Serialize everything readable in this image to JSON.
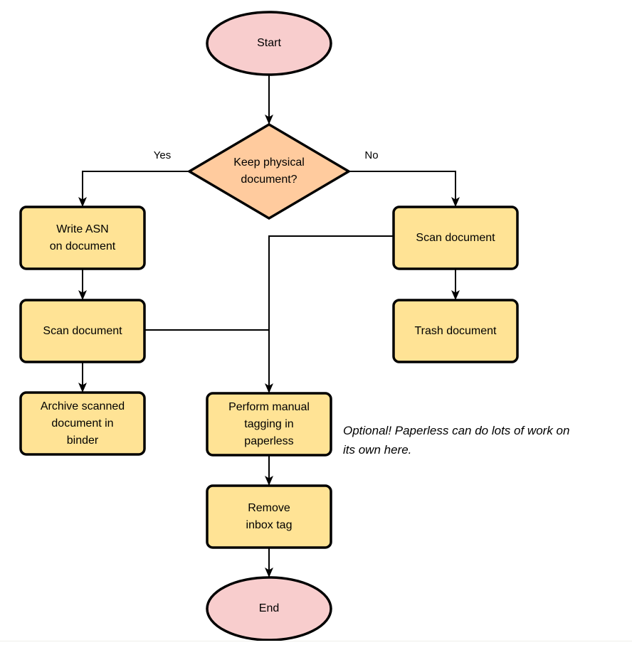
{
  "diagram": {
    "type": "flowchart",
    "nodes": {
      "start": "Start",
      "decision": "Keep physical\ndocument?",
      "write_asn": "Write ASN\non document",
      "scan_left": "Scan document",
      "archive": "Archive scanned\ndocument in\nbinder",
      "scan_right": "Scan document",
      "trash": "Trash document",
      "tagging": "Perform manual\ntagging in\npaperless",
      "remove_inbox": "Remove\ninbox tag",
      "end": "End"
    },
    "edge_labels": {
      "yes": "Yes",
      "no": "No"
    },
    "annotation": "Optional! Paperless can do lots of work on\nits own here.",
    "colors": {
      "terminal_fill": "#f8cdcd",
      "decision_fill": "#ffcb9e",
      "process_fill": "#ffe395",
      "stroke": "#000000"
    }
  }
}
